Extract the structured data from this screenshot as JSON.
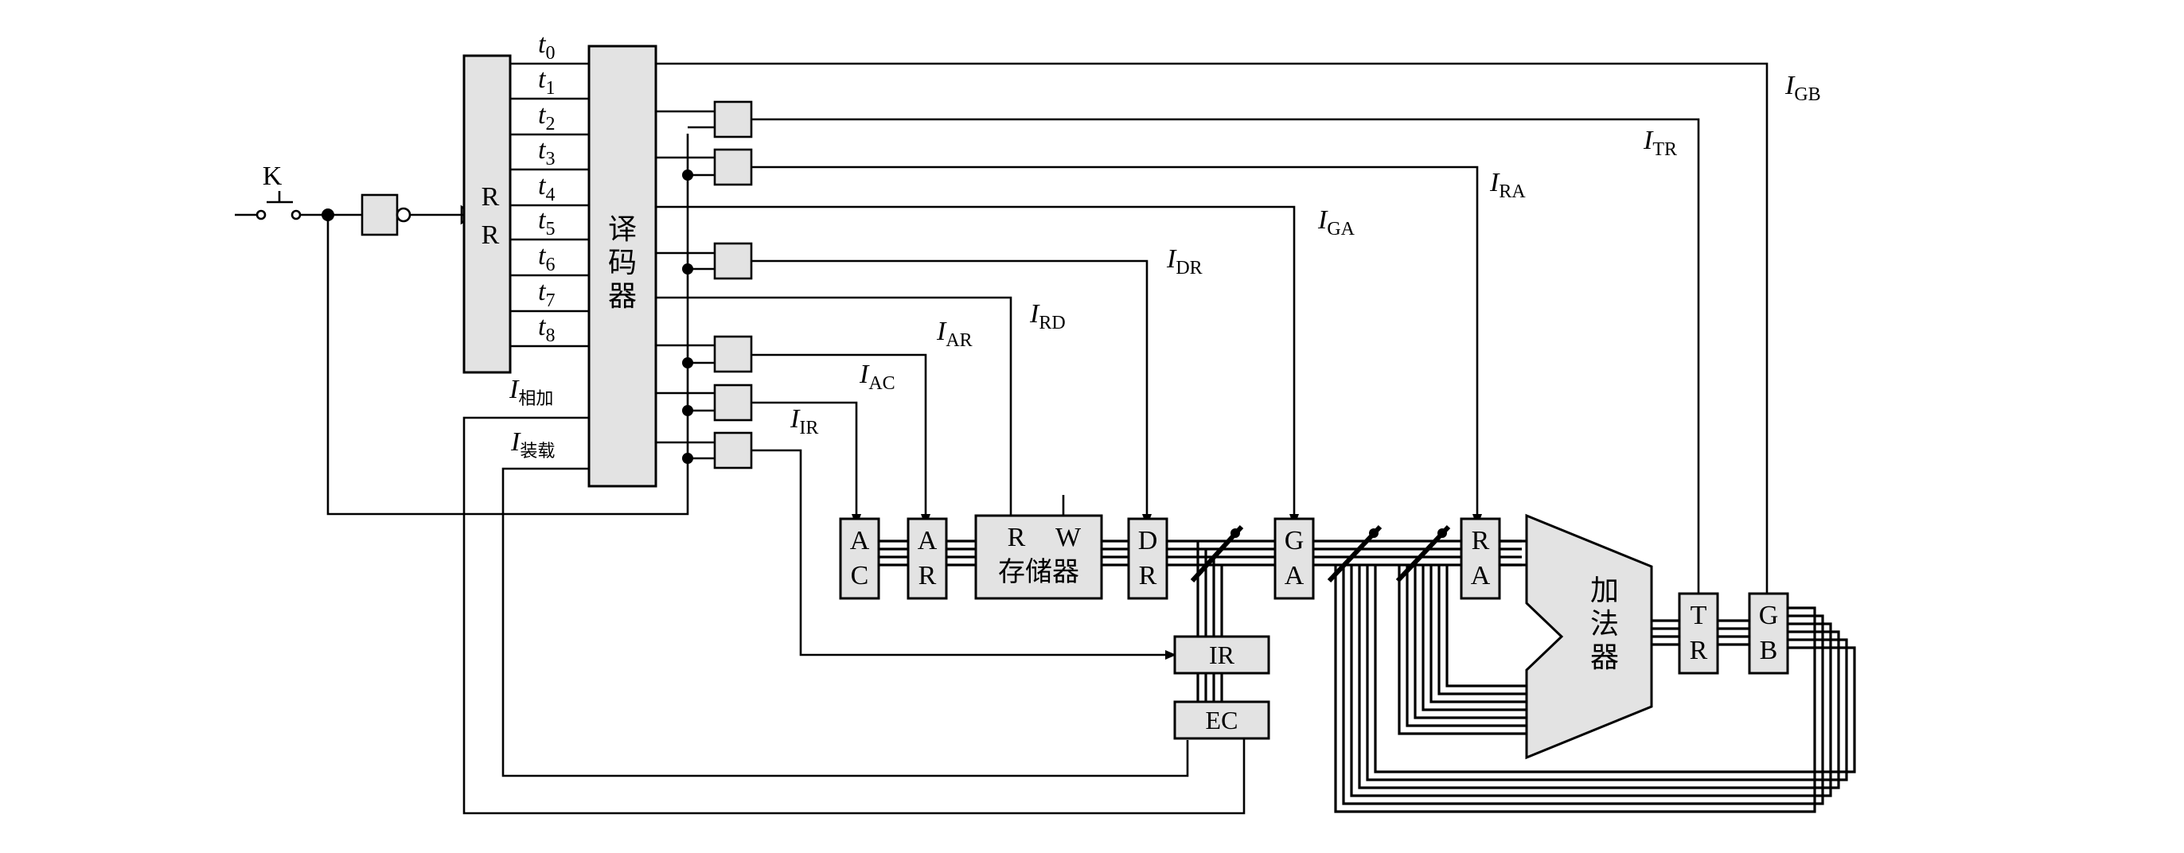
{
  "switch_label": "K",
  "ring_register": {
    "line1": "R",
    "line2": "R"
  },
  "decoder": {
    "c1": "译",
    "c2": "码",
    "c3": "器"
  },
  "timing": [
    {
      "base": "t",
      "sub": "0"
    },
    {
      "base": "t",
      "sub": "1"
    },
    {
      "base": "t",
      "sub": "2"
    },
    {
      "base": "t",
      "sub": "3"
    },
    {
      "base": "t",
      "sub": "4"
    },
    {
      "base": "t",
      "sub": "5"
    },
    {
      "base": "t",
      "sub": "6"
    },
    {
      "base": "t",
      "sub": "7"
    },
    {
      "base": "t",
      "sub": "8"
    }
  ],
  "instr_inputs": [
    {
      "base": "I",
      "sub": "相加"
    },
    {
      "base": "I",
      "sub": "装载"
    }
  ],
  "signals": [
    {
      "base": "I",
      "sub": "GB"
    },
    {
      "base": "I",
      "sub": "TR"
    },
    {
      "base": "I",
      "sub": "RA"
    },
    {
      "base": "I",
      "sub": "GA"
    },
    {
      "base": "I",
      "sub": "DR"
    },
    {
      "base": "I",
      "sub": "RD"
    },
    {
      "base": "I",
      "sub": "AR"
    },
    {
      "base": "I",
      "sub": "AC"
    },
    {
      "base": "I",
      "sub": "IR"
    }
  ],
  "registers": {
    "ac": {
      "l1": "A",
      "l2": "C"
    },
    "ar": {
      "l1": "A",
      "l2": "R"
    },
    "dr": {
      "l1": "D",
      "l2": "R"
    },
    "ga": {
      "l1": "G",
      "l2": "A"
    },
    "ra": {
      "l1": "R",
      "l2": "A"
    },
    "tr": {
      "l1": "T",
      "l2": "R"
    },
    "gb": {
      "l1": "G",
      "l2": "B"
    }
  },
  "memory": {
    "r": "R",
    "w": "W",
    "label": "存储器"
  },
  "ir_label": "IR",
  "ec_label": "EC",
  "adder": {
    "c1": "加",
    "c2": "法",
    "c3": "器"
  }
}
